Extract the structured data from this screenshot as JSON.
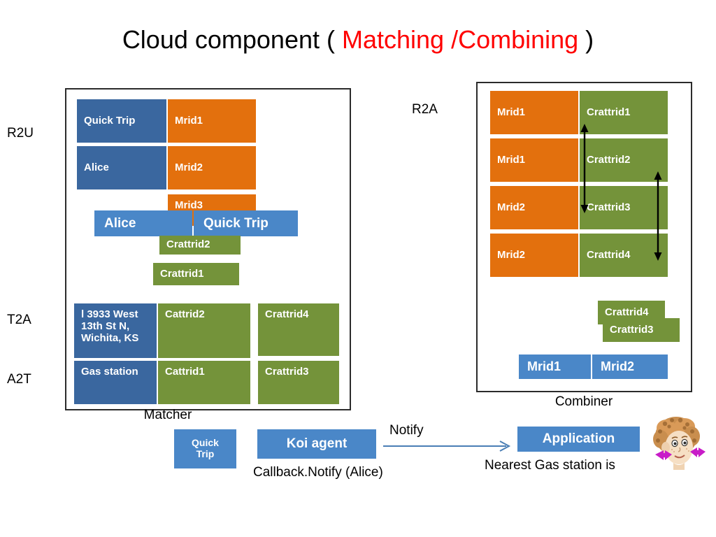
{
  "title": {
    "prefix": "Cloud component ( ",
    "highlight": "Matching /Combining",
    "suffix": " )",
    "highlight_color": "#ff0000"
  },
  "colors": {
    "blue_dark": "#3A679F",
    "blue_light": "#4A87C8",
    "orange": "#E3700D",
    "green": "#74933A",
    "panel_border": "#2b2b2b",
    "text_on_fill": "#ffffff"
  },
  "matcher_panel": {
    "caption": "Matcher",
    "side_labels": [
      {
        "text": "R2U"
      },
      {
        "text": "T2A"
      },
      {
        "text": "A2T"
      }
    ],
    "r2u_rows": [
      {
        "left": "Quick Trip",
        "right": "Mrid1"
      },
      {
        "left": "Alice",
        "right": "Mrid2"
      },
      {
        "left": "",
        "right": "Mrid3"
      }
    ],
    "overlay_bar": {
      "left": "Alice",
      "right": "Quick Trip"
    },
    "overlay_green": [
      {
        "label": "Crattrid2"
      },
      {
        "label": "Crattrid1"
      }
    ],
    "t2a_row": {
      "left": "l 3933 West 13th St N, Wichita, KS",
      "middle": "Cattrid2",
      "right": "Crattrid4"
    },
    "a2t_row": {
      "left": "Gas station",
      "middle": "Cattrid1",
      "right": "Crattrid3"
    }
  },
  "combiner_panel": {
    "caption": "Combiner",
    "side_label": "R2A",
    "rows": [
      {
        "left": "Mrid1",
        "right": "Crattrid1"
      },
      {
        "left": "Mrid1",
        "right": "Crattrid2"
      },
      {
        "left": "Mrid2",
        "right": "Crattrid3"
      },
      {
        "left": "Mrid2",
        "right": "Crattrid4"
      }
    ],
    "arrows": [
      {
        "name": "link-arrow-1"
      },
      {
        "name": "link-arrow-2"
      }
    ],
    "result_green": [
      {
        "label": "Crattrid4"
      },
      {
        "label": "Crattrid3"
      }
    ],
    "result_blue": [
      {
        "label": "Mrid1"
      },
      {
        "label": "Mrid2"
      }
    ]
  },
  "flow": {
    "quick_trip_box": "Quick\nTrip",
    "quick_trip_line1": "Quick",
    "quick_trip_line2": "Trip",
    "koi_agent": "Koi agent",
    "notify_label": "Notify",
    "callback_text": "Callback.Notify (Alice)",
    "application": "Application",
    "result_text": "Nearest Gas station is"
  }
}
